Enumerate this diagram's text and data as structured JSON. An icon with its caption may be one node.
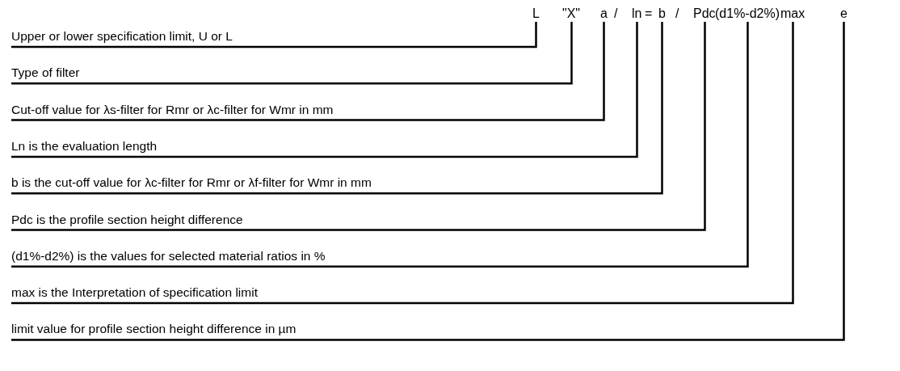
{
  "diagram": {
    "nodes": [
      {
        "text": [
          "L"
        ]
      },
      {
        "text": [
          "\"X\""
        ]
      },
      {
        "text": [
          "a"
        ]
      },
      {
        "text": [
          "ln"
        ]
      },
      {
        "text": [
          "b"
        ]
      },
      {
        "text": [
          "Pdc"
        ]
      },
      {
        "text": [
          "(d1%-d2%)"
        ]
      },
      {
        "text": [
          "max"
        ]
      },
      {
        "text": [
          "e"
        ]
      },
      {
        "text": [
          "Upper or lower specification limit, U or L"
        ]
      },
      {
        "text": [
          "Type of filter"
        ]
      },
      {
        "text": [
          "Cut-off value for λs-filter for Rmr or λc-filter for Wmr in mm"
        ]
      },
      {
        "text": [
          "Ln is the evaluation length"
        ]
      },
      {
        "text": [
          "b is the cut-off value for λc-filter for Rmr or λf-filter for Wmr in mm"
        ]
      },
      {
        "text": [
          "Pdc is the profile section height difference"
        ]
      },
      {
        "text": [
          "(d1%-d2%) is the values for selected material ratios in %"
        ]
      },
      {
        "text": [
          "max is the Interpretation of specification limit"
        ]
      },
      {
        "text": [
          "limit value for profile section height difference in µm"
        ]
      }
    ],
    "edges": [
      {
        "from": 9,
        "to": 0,
        "arrow": "none"
      },
      {
        "from": 10,
        "to": 1,
        "arrow": "none"
      },
      {
        "from": 11,
        "to": 2,
        "arrow": "none"
      },
      {
        "from": 12,
        "to": 3,
        "arrow": "none"
      },
      {
        "from": 13,
        "to": 4,
        "arrow": "none"
      },
      {
        "from": 14,
        "to": 5,
        "arrow": "none"
      },
      {
        "from": 15,
        "to": 6,
        "arrow": "none"
      },
      {
        "from": 16,
        "to": 7,
        "arrow": "none"
      },
      {
        "from": 17,
        "to": 8,
        "arrow": "none"
      }
    ],
    "labels": [
      "/",
      "=",
      "/"
    ]
  }
}
